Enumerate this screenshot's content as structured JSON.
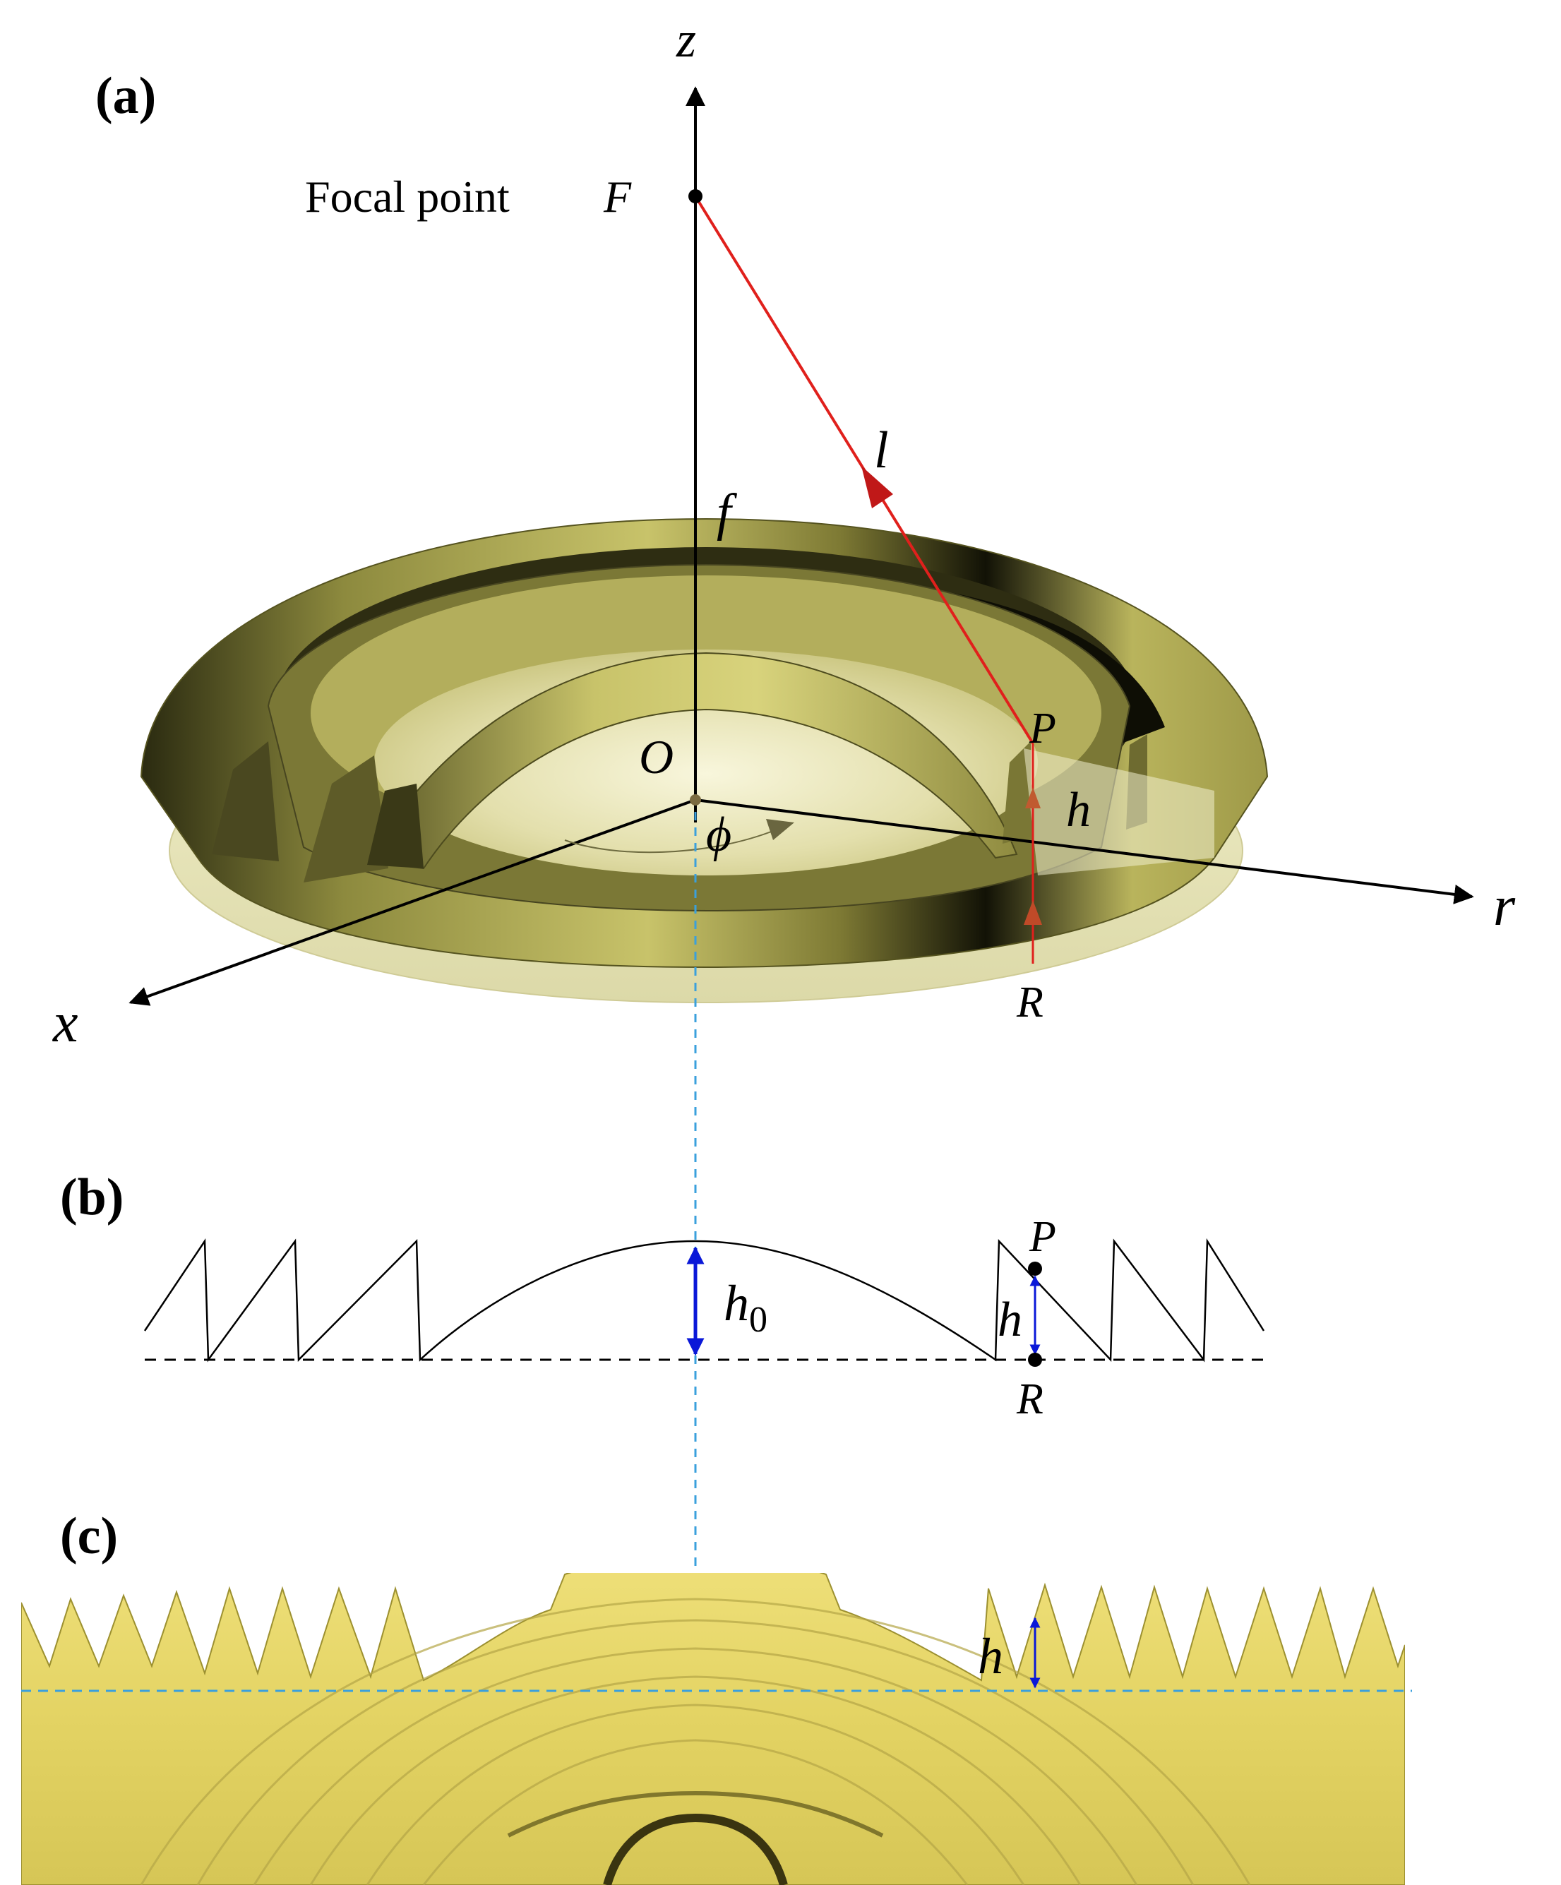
{
  "panels": {
    "a": "(a)",
    "b": "(b)",
    "c": "(c)"
  },
  "labels": {
    "z": "z",
    "focal_point": "Focal point",
    "F": "F",
    "l": "l",
    "f": "f",
    "O": "O",
    "P": "P",
    "h": "h",
    "phi": "ϕ",
    "r": "r",
    "x": "x",
    "R": "R",
    "h0_base": "h",
    "h0_sub": "0"
  },
  "colors": {
    "ray": "#e0201c",
    "axis": "#000000",
    "guide": "#3ba0dc",
    "height_arrow": "#0a18d8",
    "lens_light": "#c9c46a",
    "lens_dark": "#1a1a08",
    "surface": "#e6d86a"
  }
}
